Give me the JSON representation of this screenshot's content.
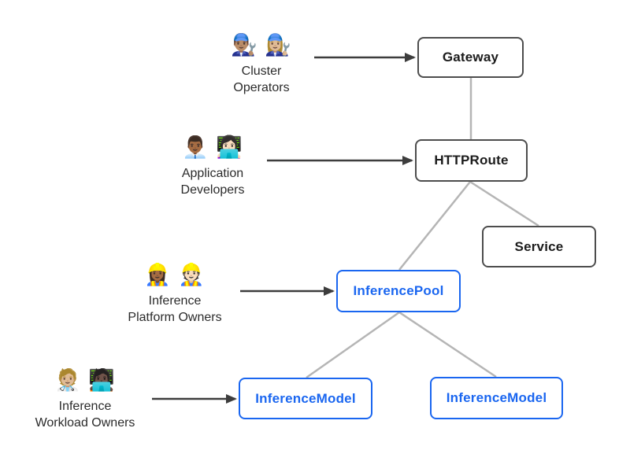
{
  "colors": {
    "background": "#ffffff",
    "core_border": "#4d4d4d",
    "core_text": "#1b1b1b",
    "extension": "#1a66f0",
    "connector": "#b5b5b5",
    "arrow": "#3d3d3d",
    "persona_text": "#2b2b2b"
  },
  "nodes": [
    {
      "id": "gateway",
      "label": "Gateway",
      "style": "core"
    },
    {
      "id": "httproute",
      "label": "HTTPRoute",
      "style": "core"
    },
    {
      "id": "service",
      "label": "Service",
      "style": "core"
    },
    {
      "id": "inferencepool",
      "label": "InferencePool",
      "style": "extension"
    },
    {
      "id": "inferencemodel-left",
      "label": "InferenceModel",
      "style": "extension"
    },
    {
      "id": "inferencemodel-right",
      "label": "InferenceModel",
      "style": "extension"
    }
  ],
  "personas": [
    {
      "id": "cluster-operators",
      "emoji": "👨🏽‍🔧 👩🏼‍🔧",
      "line1": "Cluster",
      "line2": "Operators"
    },
    {
      "id": "application-developers",
      "emoji": "👨🏾‍💼 👩🏻‍💻",
      "line1": "Application",
      "line2": "Developers"
    },
    {
      "id": "inference-platform-owners",
      "emoji": "👷🏾‍♀️ 👷🏻",
      "line1": "Inference",
      "line2": "Platform Owners"
    },
    {
      "id": "inference-workload-owners",
      "emoji": "🧑🏼‍⚕️ 🧑🏿‍💻",
      "line1": "Inference",
      "line2": "Workload Owners"
    }
  ],
  "edges": [
    {
      "from": "Gateway",
      "to": "HTTPRoute",
      "style": "line"
    },
    {
      "from": "HTTPRoute",
      "to": "Service",
      "style": "line"
    },
    {
      "from": "HTTPRoute",
      "to": "InferencePool",
      "style": "line"
    },
    {
      "from": "InferencePool",
      "to": "InferenceModel (left)",
      "style": "line"
    },
    {
      "from": "InferencePool",
      "to": "InferenceModel (right)",
      "style": "line"
    },
    {
      "from": "Cluster Operators",
      "to": "Gateway",
      "style": "arrow"
    },
    {
      "from": "Application Developers",
      "to": "HTTPRoute",
      "style": "arrow"
    },
    {
      "from": "Inference Platform Owners",
      "to": "InferencePool",
      "style": "arrow"
    },
    {
      "from": "Inference Workload Owners",
      "to": "InferenceModel (left)",
      "style": "arrow"
    }
  ]
}
